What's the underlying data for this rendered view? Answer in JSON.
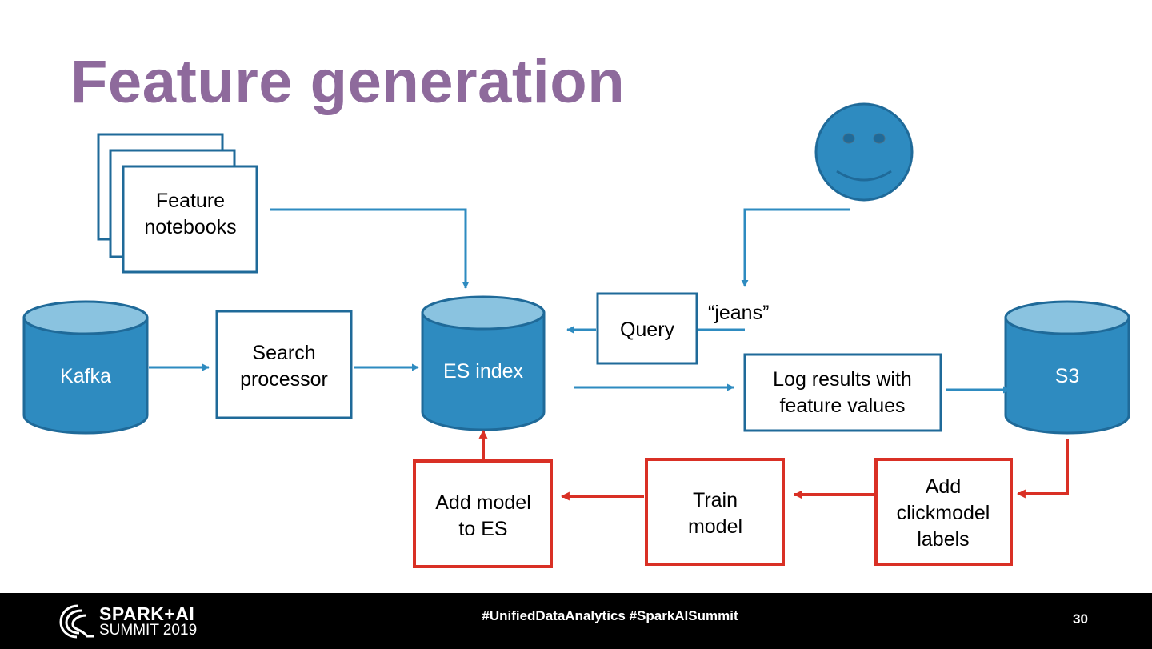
{
  "title": "Feature generation",
  "colors": {
    "title": "#8E6A9C",
    "node_fill": "#2E8BC0",
    "node_stroke": "#1F6A99",
    "cylinder_top": "#8AC3E0",
    "flow_blue": "#2E8BC0",
    "flow_red": "#D93025",
    "box_stroke_blue": "#1F6A99",
    "box_stroke_red": "#D93025",
    "footer_bg": "#000000",
    "footer_text": "#FFFFFF"
  },
  "nodes": {
    "feature_notebooks": "Feature\nnotebooks",
    "kafka": "Kafka",
    "search_processor": "Search\nprocessor",
    "es_index": "ES index",
    "query": "Query",
    "query_example": "“jeans”",
    "log_results": "Log results with\nfeature values",
    "s3": "S3",
    "add_clickmodel_labels": "Add\nclickmodel\nlabels",
    "train_model": "Train\nmodel",
    "add_model_to_es": "Add model\nto ES"
  },
  "icons": {
    "user": "smiley-face-icon",
    "logo": "spark-ai-summit-logo"
  },
  "footer": {
    "logo_line1": "SPARK+AI",
    "logo_line2": "SUMMIT 2019",
    "hashtags": "#UnifiedDataAnalytics #SparkAISummit",
    "page_number": "30"
  }
}
